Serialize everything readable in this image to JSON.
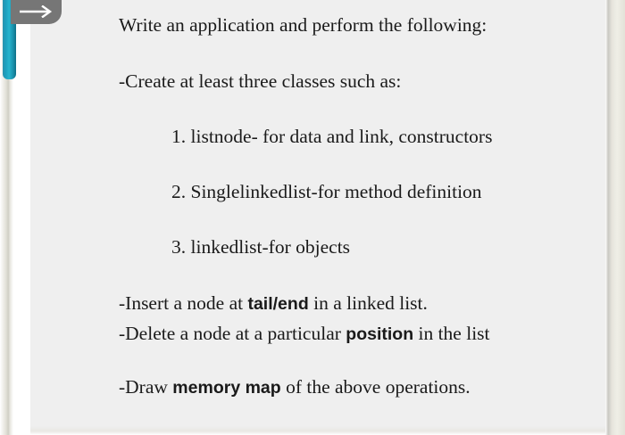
{
  "document": {
    "background_color": "#efefef",
    "text_color": "#1a1a1a",
    "accent_teal": "#1c9fbe",
    "button_gray": "#767676",
    "lines": {
      "intro": "Write an application and perform the following:",
      "create_classes": "-Create at least three classes such as:",
      "item1": "1. listnode- for data and link, constructors",
      "item2": "2. Singlelinkedlist-for method definition",
      "item3": "3. linkedlist-for objects",
      "insert_prefix": "-Insert a node at ",
      "insert_bold": "tail/end",
      "insert_suffix": " in a linked list.",
      "delete_prefix": "-Delete a node at a particular ",
      "delete_bold": "position",
      "delete_suffix": " in the list",
      "draw_prefix": "-Draw ",
      "draw_bold": "memory map",
      "draw_suffix": " of the above operations."
    }
  },
  "overlay": {
    "arrow_button_label": "arrow-right",
    "teal_marker_label": "teal-marker"
  }
}
